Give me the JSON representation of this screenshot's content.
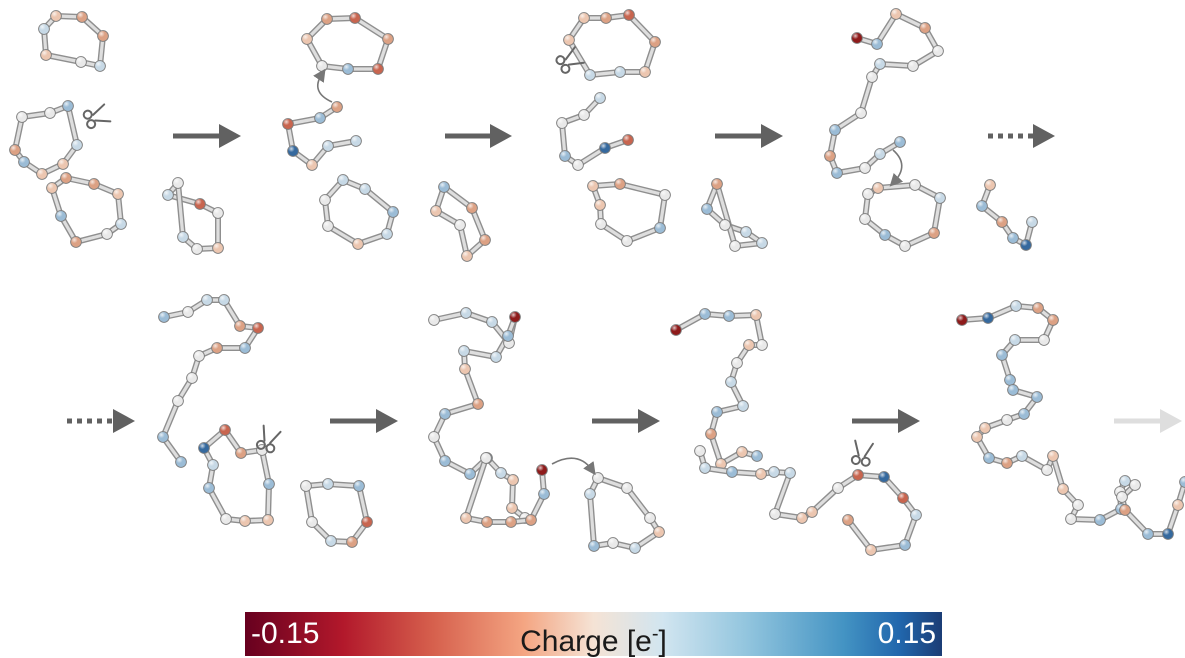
{
  "colorbar": {
    "min_label": "-0.15",
    "max_label": "0.15",
    "title": "Charge [e",
    "title_superscript": "-",
    "title_close": "]",
    "colors": [
      "#67001f",
      "#b2182b",
      "#d6604d",
      "#f4a582",
      "#f5e3d5",
      "#d1e5f0",
      "#92c5de",
      "#4393c3",
      "#2166ac",
      "#1b3d75"
    ]
  },
  "icons": [
    "scissors-icon",
    "arrow-right-icon",
    "dashed-arrow-icon",
    "curved-arrow-icon",
    "faded-arrow-icon"
  ],
  "colors": {
    "arrow": "#616161",
    "arrow_faded": "#dddddd",
    "bond": "#c4c4c4"
  }
}
